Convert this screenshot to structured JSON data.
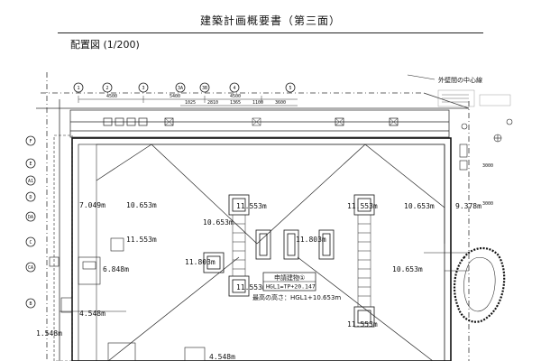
{
  "title": "建築計画概要書（第三面）",
  "subtitle": "配置図 (1/200)",
  "wall_center_label": "外壁間の中心線",
  "grid": {
    "top": [
      "1",
      "2",
      "3",
      "3A",
      "3B",
      "4",
      "5"
    ],
    "left": [
      "F",
      "E",
      "A1",
      "D",
      "DA",
      "C",
      "CA",
      "B"
    ]
  },
  "dimensions": [
    "4500",
    "5400",
    "4500",
    "1025",
    "2810",
    "1365",
    "1100",
    "3600",
    "3000",
    "3000"
  ],
  "elevations": {
    "e1": "7.049m",
    "e2": "10.653m",
    "e3": "11.553m",
    "e4": "10.653m",
    "e5": "11.553m",
    "e6": "10.653m",
    "e7": "9.378m",
    "e8": "11.803m",
    "e9": "11.803m",
    "e10": "11.553m",
    "e11": "10.653m",
    "e12": "6.848m",
    "e13": "11.553m",
    "e14": "4.548m",
    "e15": "1.548m",
    "e16": "11.553m",
    "e17": "4.548m"
  },
  "notes": {
    "building": "申請建物①",
    "hgl": "HGL1=TP+20.147",
    "max_height": "最高の高さ：HGL1+10.653m"
  }
}
